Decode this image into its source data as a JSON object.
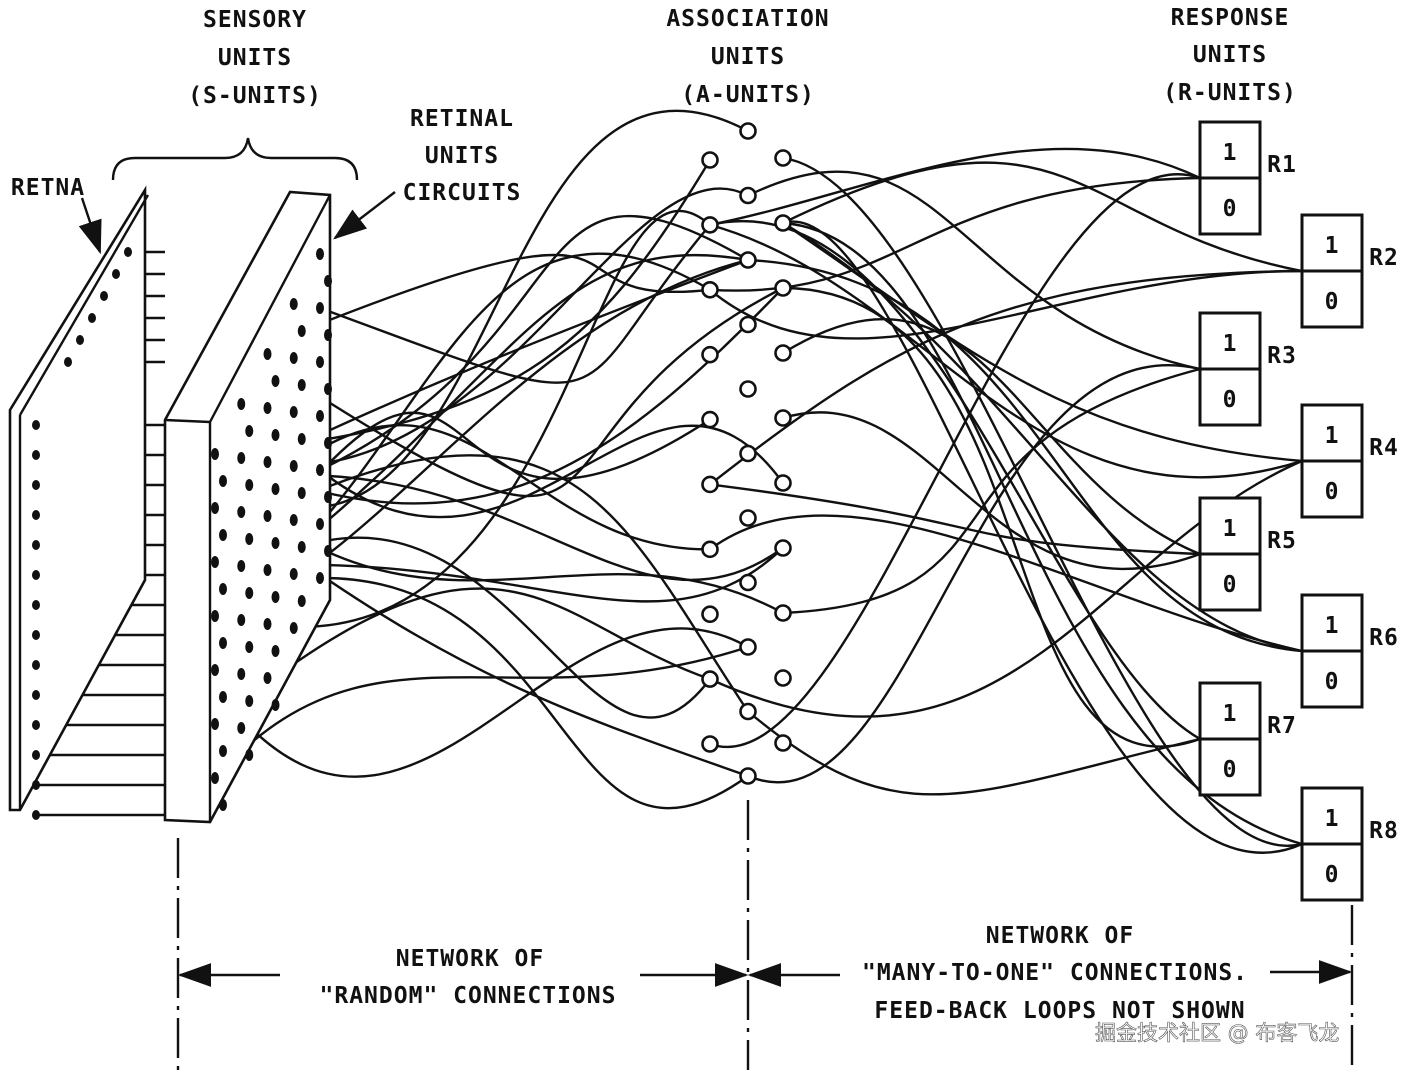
{
  "labels": {
    "sensory": [
      "SENSORY",
      "UNITS",
      "(S-UNITS)"
    ],
    "retinal_circuits": [
      "RETINAL",
      "UNITS",
      "CIRCUITS"
    ],
    "retina": "RETNA",
    "association": [
      "ASSOCIATION",
      "UNITS",
      "(A-UNITS)"
    ],
    "response": [
      "RESPONSE",
      "UNITS",
      "(R-UNITS)"
    ],
    "random_network": [
      "NETWORK OF",
      "\"RANDOM\" CONNECTIONS"
    ],
    "many_to_one_network": [
      "NETWORK OF",
      "\"MANY-TO-ONE\" CONNECTIONS.",
      "FEED-BACK LOOPS NOT SHOWN"
    ]
  },
  "response_units": [
    {
      "label": "R1",
      "top": "1",
      "bottom": "0"
    },
    {
      "label": "R2",
      "top": "1",
      "bottom": "0"
    },
    {
      "label": "R3",
      "top": "1",
      "bottom": "0"
    },
    {
      "label": "R4",
      "top": "1",
      "bottom": "0"
    },
    {
      "label": "R5",
      "top": "1",
      "bottom": "0"
    },
    {
      "label": "R6",
      "top": "1",
      "bottom": "0"
    },
    {
      "label": "R7",
      "top": "1",
      "bottom": "0"
    },
    {
      "label": "R8",
      "top": "1",
      "bottom": "0"
    }
  ],
  "watermark": "掘金技术社区 @ 布客飞龙"
}
